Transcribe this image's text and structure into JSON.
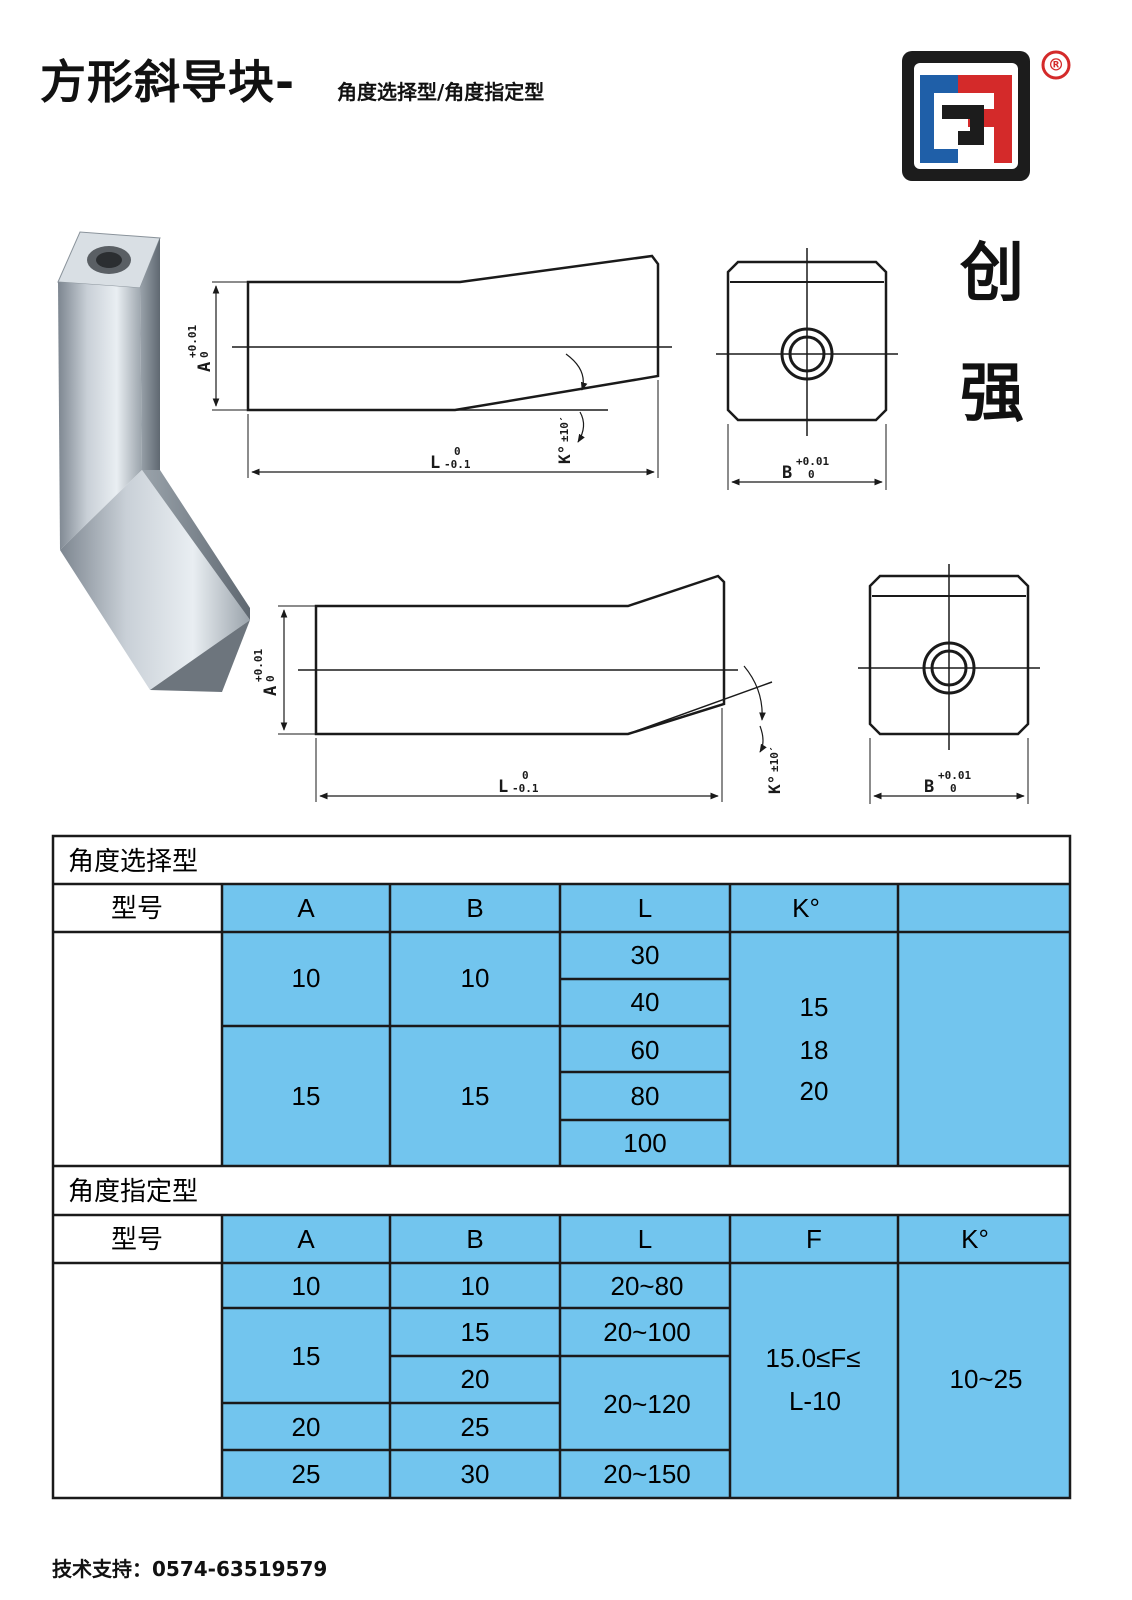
{
  "header": {
    "title": "方形斜导块-",
    "subtitle": "角度选择型/角度指定型",
    "brand_chars": [
      "创",
      "强"
    ],
    "registered_mark": "®"
  },
  "drawing": {
    "dim_A": "A",
    "dim_A_upper": "+0.01",
    "dim_A_lower": "0",
    "dim_B": "B",
    "dim_B_upper": "+0.01",
    "dim_B_lower": "0",
    "dim_L": "L",
    "dim_L_upper": "0",
    "dim_L_lower": "-0.1",
    "dim_K": "K°",
    "dim_K_tol": "±10′"
  },
  "table1": {
    "section_title": "角度选择型",
    "headers": [
      "型号",
      "A",
      "B",
      "L",
      "K°"
    ],
    "groups": [
      {
        "A": "10",
        "B": "10",
        "L": [
          "30",
          "40"
        ]
      },
      {
        "A": "15",
        "B": "15",
        "L": [
          "60",
          "80",
          "100"
        ]
      }
    ],
    "K": [
      "15",
      "18",
      "20"
    ]
  },
  "table2": {
    "section_title": "角度指定型",
    "headers": [
      "型号",
      "A",
      "B",
      "L",
      "F",
      "K°"
    ],
    "A": [
      "10",
      "15",
      "20",
      "25"
    ],
    "B": [
      "10",
      "15",
      "20",
      "25",
      "30"
    ],
    "L": [
      "20~80",
      "20~100",
      "20~120",
      "20~150"
    ],
    "F": [
      "15.0≤F≤",
      "L-10"
    ],
    "K": "10~25"
  },
  "footer": {
    "label": "技术支持：",
    "phone": "0574-63519579"
  },
  "colors": {
    "cell_blue": "#72c5ee",
    "line": "#1a1a1a",
    "logo_blue": "#1f5fa8",
    "logo_red": "#d42a2a",
    "logo_dark": "#1c1c1c"
  }
}
